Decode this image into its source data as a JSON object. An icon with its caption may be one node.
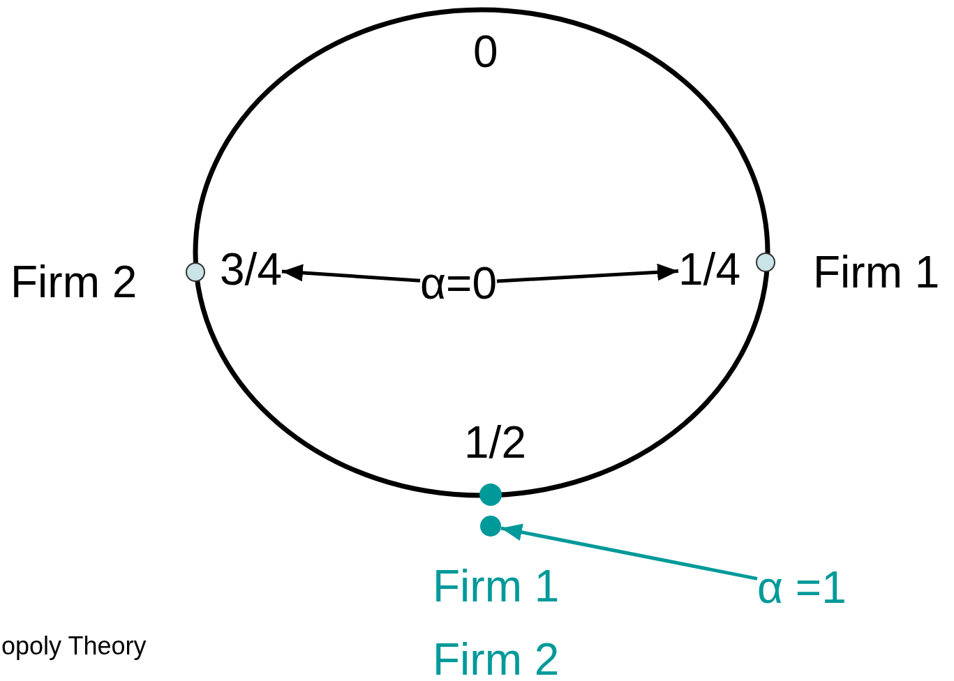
{
  "diagram": {
    "nodes": [
      {
        "text": [
          "α=0"
        ]
      },
      {
        "text": [
          "3/4"
        ]
      },
      {
        "text": [
          "1/4"
        ]
      },
      {
        "text": [
          "α =1"
        ]
      },
      {
        "text": [],
        "shape": "circle"
      }
    ],
    "edges": [
      {
        "from": 0,
        "to": 1,
        "arrow": "to"
      },
      {
        "from": 0,
        "to": 2,
        "arrow": "to"
      },
      {
        "from": 3,
        "to": 4,
        "arrow": "to",
        "color": "#009999"
      }
    ],
    "labels": [
      "0",
      "Firm 2",
      "Firm 1",
      "1/2",
      "Firm 1",
      "Firm 2",
      "opoly Theory"
    ]
  }
}
